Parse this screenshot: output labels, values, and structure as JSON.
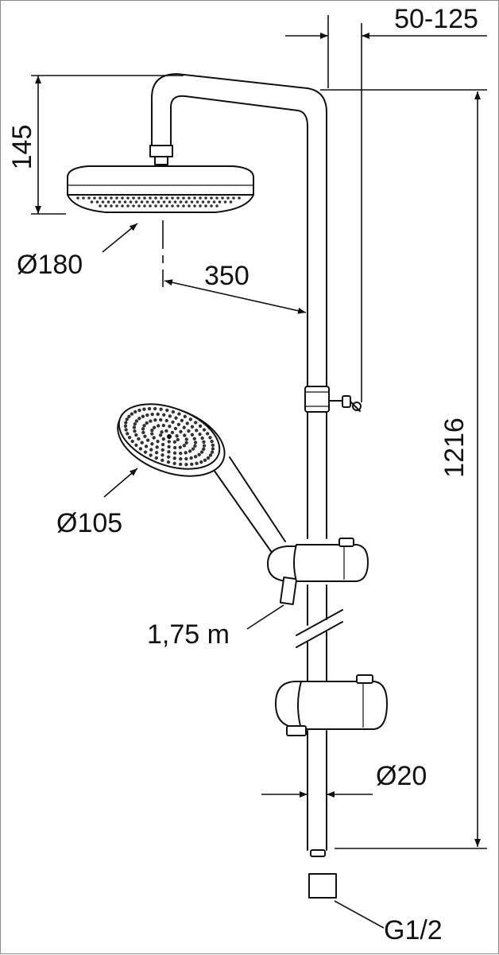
{
  "diagram": {
    "labels": {
      "arm_offset": "50-125",
      "head_height": "145",
      "overhead_diameter": "Ø180",
      "arm_reach": "350",
      "total_height": "1216",
      "hand_diameter": "Ø105",
      "hose_length": "1,75 m",
      "rail_diameter": "Ø20",
      "connection": "G1/2"
    },
    "colors": {
      "stroke": "#111111",
      "background": "#ffffff",
      "dots": "#333333"
    }
  }
}
